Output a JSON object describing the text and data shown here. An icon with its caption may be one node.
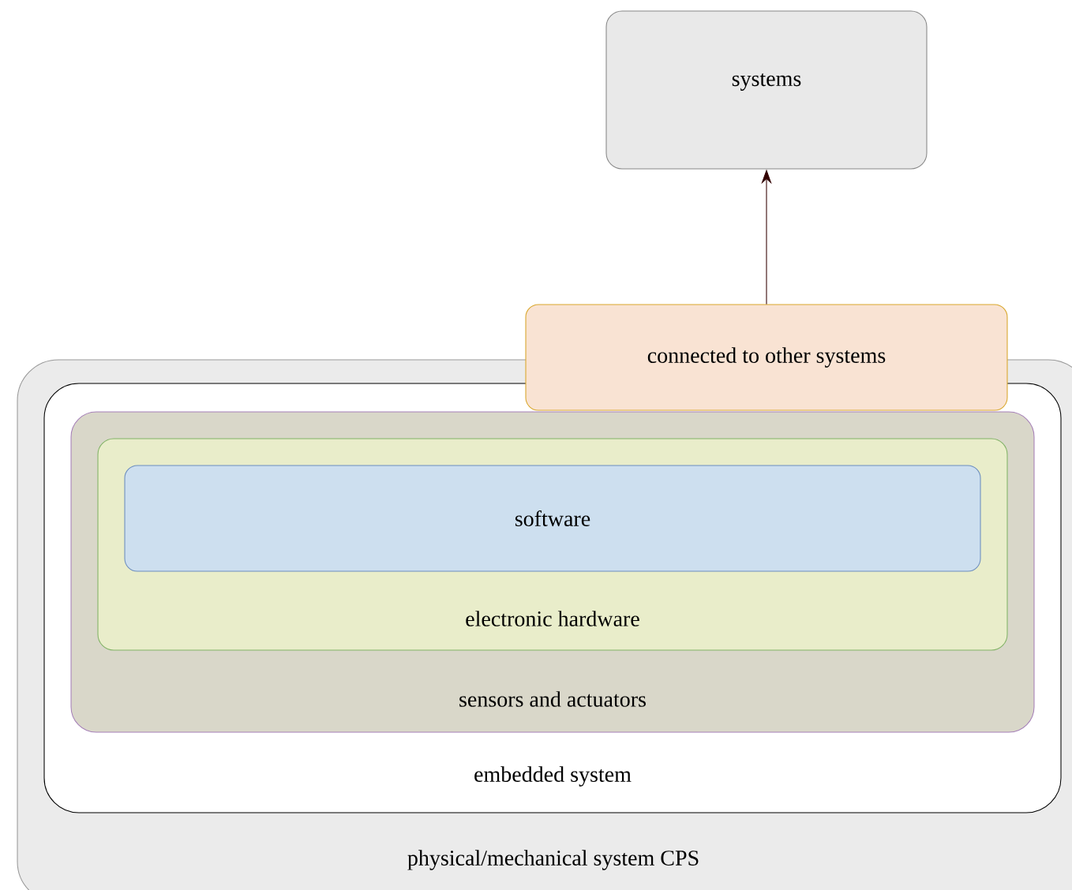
{
  "diagram": {
    "nodes": [
      {
        "text": [
          "systems"
        ]
      },
      {
        "text": [
          "physical/mechanical system CPS"
        ]
      },
      {
        "text": [
          "embedded system"
        ],
        "in": 1
      },
      {
        "text": [
          "sensors and actuators"
        ],
        "in": 2
      },
      {
        "text": [
          "electronic hardware"
        ],
        "in": 3
      },
      {
        "text": [
          "software"
        ],
        "in": 4
      },
      {
        "text": [
          "connected to other systems"
        ]
      }
    ],
    "edges": [
      {
        "from": 6,
        "to": 0,
        "arrow": "to"
      }
    ]
  }
}
